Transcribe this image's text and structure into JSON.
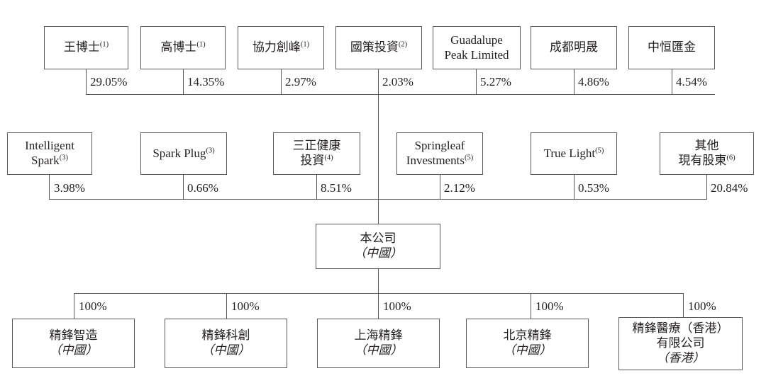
{
  "diagram": {
    "title": "Shareholding and corporate structure chart",
    "line_color": "#58595b",
    "text_color": "#231f20",
    "background": "#ffffff",
    "tier1_shareholders": [
      {
        "name": "王博士",
        "note": "(1)",
        "percent": "29.05%"
      },
      {
        "name": "高博士",
        "note": "(1)",
        "percent": "14.35%"
      },
      {
        "name": "協力創峰",
        "note": "(1)",
        "percent": "2.97%"
      },
      {
        "name": "國策投資",
        "note": "(2)",
        "percent": "2.03%"
      },
      {
        "name_line1": "Guadalupe",
        "name_line2": "Peak Limited",
        "note": "",
        "percent": "5.27%"
      },
      {
        "name": "成都明晟",
        "note": "",
        "percent": "4.86%"
      },
      {
        "name": "中恒匯金",
        "note": "",
        "percent": "4.54%"
      }
    ],
    "tier2_shareholders": [
      {
        "name_line1": "Intelligent",
        "name_line2": "Spark",
        "note": "(3)",
        "percent": "3.98%"
      },
      {
        "name": "Spark Plug",
        "note": "(3)",
        "percent": "0.66%"
      },
      {
        "name_line1": "三正健康",
        "name_line2": "投資",
        "note": "(4)",
        "percent": "8.51%"
      },
      {
        "name_line1": "Springleaf",
        "name_line2": "Investments",
        "note": "(5)",
        "percent": "2.12%"
      },
      {
        "name": "True Light",
        "note": "(5)",
        "percent": "0.53%"
      },
      {
        "name_line1": "其他",
        "name_line2": "現有股東",
        "note": "(6)",
        "percent": "20.84%"
      }
    ],
    "company": {
      "name": "本公司",
      "jurisdiction": "（中國）"
    },
    "subsidiaries": [
      {
        "name": "精鋒智造",
        "jurisdiction": "（中國）",
        "percent": "100%"
      },
      {
        "name": "精鋒科創",
        "jurisdiction": "（中國）",
        "percent": "100%"
      },
      {
        "name": "上海精鋒",
        "jurisdiction": "（中國）",
        "percent": "100%"
      },
      {
        "name": "北京精鋒",
        "jurisdiction": "（中國）",
        "percent": "100%"
      },
      {
        "name_line1": "精鋒醫療（香港）",
        "name_line2": "有限公司",
        "jurisdiction": "（香港）",
        "percent": "100%"
      }
    ]
  }
}
